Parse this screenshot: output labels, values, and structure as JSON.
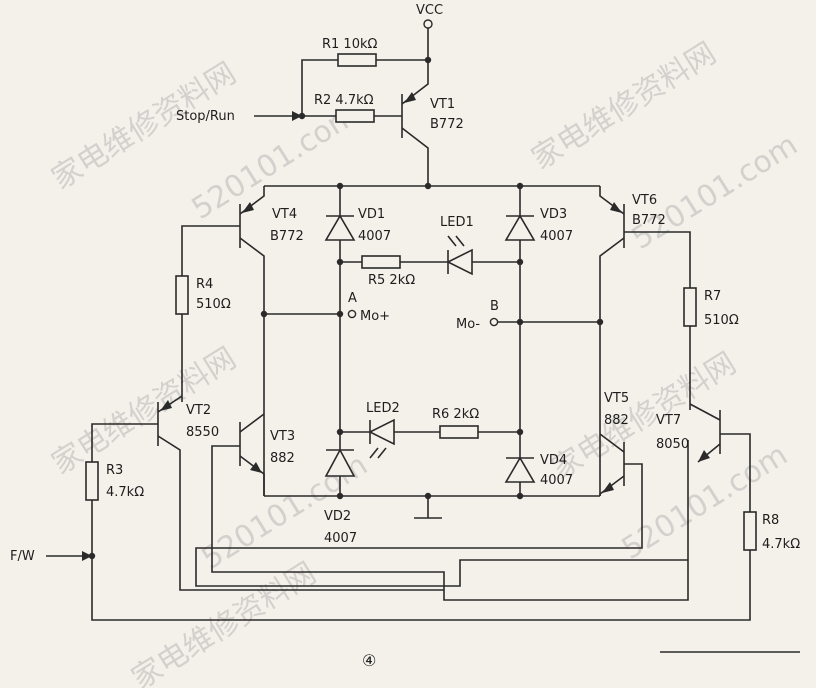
{
  "labels": {
    "vcc": "VCC",
    "r1": "R1  10kΩ",
    "r2": "R2  4.7kΩ",
    "stop_run": "Stop/Run",
    "vt1": "VT1",
    "vt1_type": "B772",
    "vt4": "VT4",
    "vt4_type": "B772",
    "vd1": "VD1",
    "vd1_type": "4007",
    "led1": "LED1",
    "vd3": "VD3",
    "vd3_type": "4007",
    "vt6": "VT6",
    "vt6_type": "B772",
    "r4": "R4",
    "r4_val": "510Ω",
    "r5": "R5  2kΩ",
    "r7": "R7",
    "r7_val": "510Ω",
    "node_a": "A",
    "mo_plus": "Mo+",
    "node_b": "B",
    "mo_minus": "Mo-",
    "vt2": "VT2",
    "vt2_type": "8550",
    "led2": "LED2",
    "r6": "R6  2kΩ",
    "vt5": "VT5",
    "vt5_type": "882",
    "vt7": "VT7",
    "vt7_type": "8050",
    "vt3": "VT3",
    "vt3_type": "882",
    "vd4": "VD4",
    "vd4_type": "4007",
    "r3": "R3",
    "r3_val": "4.7kΩ",
    "r8": "R8",
    "r8_val": "4.7kΩ",
    "vd2": "VD2",
    "vd2_type": "4007",
    "fw": "F/W",
    "figure_number": "④"
  },
  "watermark": {
    "text_cn": "家电维修资料网",
    "text_url": "520101.com"
  }
}
